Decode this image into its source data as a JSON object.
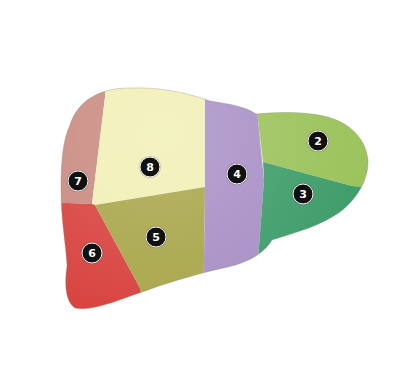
{
  "diagram": {
    "labels": [
      "2",
      "8",
      "7",
      "4",
      "3",
      "5",
      "6"
    ]
  }
}
